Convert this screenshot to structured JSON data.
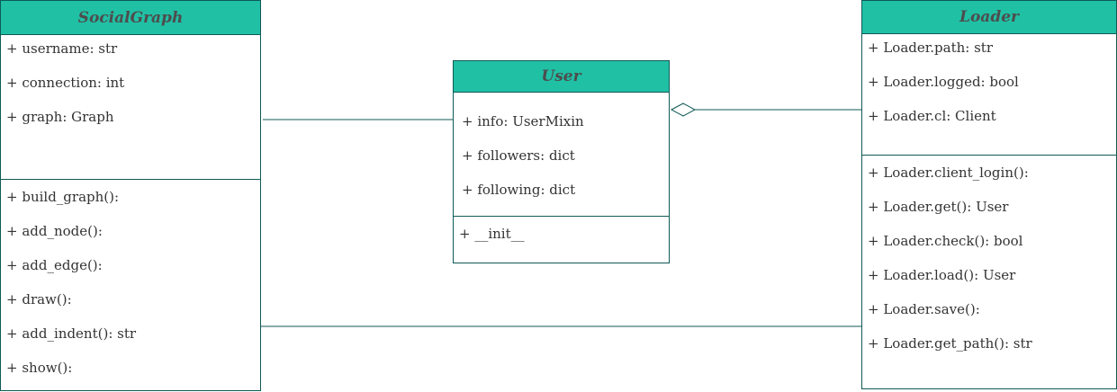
{
  "classes": {
    "social_graph": {
      "name": "SocialGraph",
      "attributes": [
        "+ username: str",
        "+ connection: int",
        "+ graph: Graph"
      ],
      "methods": [
        "+ build_graph():",
        "+ add_node():",
        "+ add_edge():",
        "+ draw():",
        "+ add_indent(): str",
        "+ show():"
      ]
    },
    "user": {
      "name": "User",
      "attributes": [
        "+ info: UserMixin",
        "+ followers: dict",
        "+ following: dict"
      ],
      "methods": [
        "+ __init__"
      ]
    },
    "loader": {
      "name": "Loader",
      "attributes": [
        "+ Loader.path: str",
        "+ Loader.logged: bool",
        "+ Loader.cl: Client"
      ],
      "methods": [
        "+ Loader.client_login():",
        "+ Loader.get(): User",
        "+ Loader.check(): bool",
        "+ Loader.load(): User",
        "+ Loader.save():",
        "+ Loader.get_path(): str"
      ]
    }
  },
  "colors": {
    "header_fill": "#20c0a5",
    "border": "#0f5a55",
    "title_text": "#4d4d4d",
    "member_text": "#333333"
  }
}
